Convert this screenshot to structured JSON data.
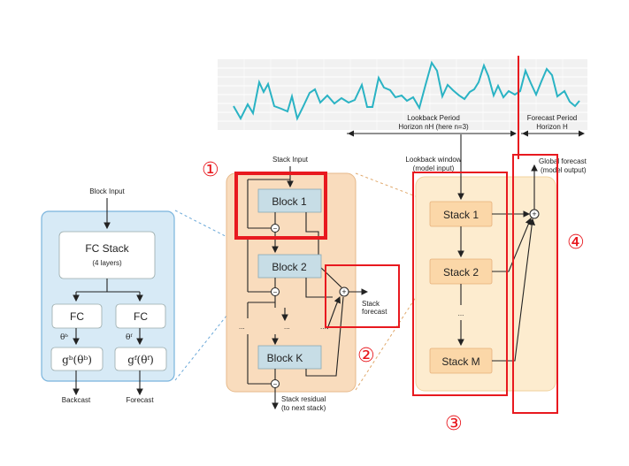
{
  "timeline": {
    "lookback_label_1": "Lookback Period",
    "lookback_label_2": "Horizon nH (here n=3)",
    "forecast_label_1": "Forecast Period",
    "forecast_label_2": "Horizon H"
  },
  "block": {
    "input_label": "Block Input",
    "fc_stack_label": "FC Stack",
    "fc_stack_sub": "(4 layers)",
    "fc_left": "FC",
    "fc_right": "FC",
    "theta_b": "θᵇ",
    "theta_f": "θᶠ",
    "g_b": "gᵇ(θᵇ)",
    "g_f": "gᶠ(θᶠ)",
    "backcast_label": "Backcast",
    "forecast_label": "Forecast"
  },
  "stack": {
    "input_label": "Stack Input",
    "block1": "Block 1",
    "block2": "Block 2",
    "blockK": "Block K",
    "dots": "...",
    "forecast_label_1": "Stack",
    "forecast_label_2": "forecast",
    "residual_label_1": "Stack residual",
    "residual_label_2": "(to next stack)"
  },
  "model": {
    "lookback_label_1": "Lookback window",
    "lookback_label_2": "(model input)",
    "stack1": "Stack 1",
    "stack2": "Stack 2",
    "stackM": "Stack M",
    "dots": "...",
    "global_label_1": "Global forecast",
    "global_label_2": "(model output)"
  },
  "annotations": {
    "n1": "①",
    "n2": "②",
    "n3": "③",
    "n4": "④"
  },
  "colors": {
    "accent_red": "#e8191f",
    "block_blue": "#c7dde6",
    "panel_blue": "#d7eaf6",
    "panel_orange": "#f9dcbd",
    "stack_orange": "#fbd7a8",
    "model_panel": "#fdeccf"
  }
}
